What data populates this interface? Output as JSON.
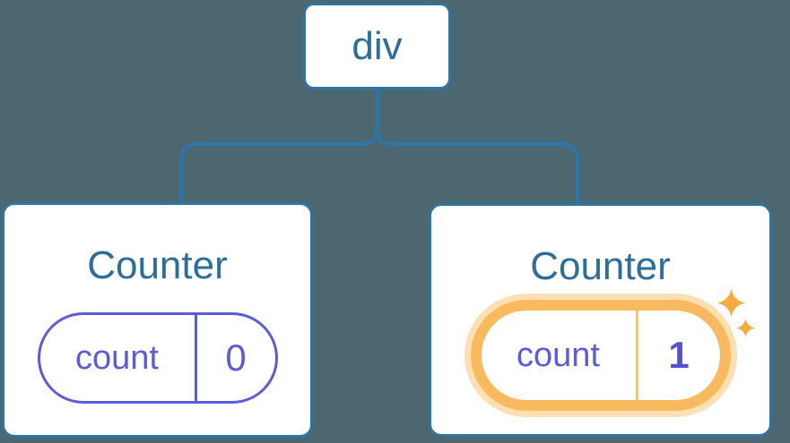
{
  "diagram": {
    "root": {
      "label": "div"
    },
    "children": [
      {
        "title": "Counter",
        "state": {
          "key": "count",
          "value": "0"
        },
        "highlighted": false
      },
      {
        "title": "Counter",
        "state": {
          "key": "count",
          "value": "1"
        },
        "highlighted": true
      }
    ],
    "icons": {
      "highlight": "sparkle-icon"
    }
  },
  "colors": {
    "background": "#4D6771",
    "connector_line": "#2E74A4",
    "node_border": "#2E74A4",
    "node_bg": "#FFFFFF",
    "title_text": "#2D6E98",
    "state_accent": "#5C5CD6",
    "state_value_bold": "#5551D0",
    "highlight_ring": "#F9BA5F",
    "highlight_halo": "#FCDFB2",
    "highlight_divider": "#F9C26B",
    "sparkle": "#F6AB41"
  }
}
